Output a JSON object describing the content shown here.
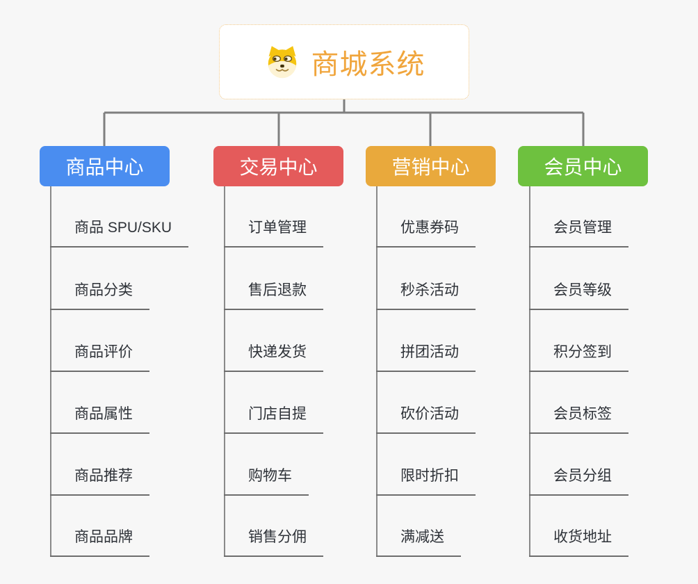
{
  "root": {
    "title": "商城系统",
    "icon": "dog-face-icon",
    "title_color": "#f0a53c",
    "border_color": "#f2c784",
    "background": "#ffffff"
  },
  "connector_color": "#7f7f7f",
  "canvas_background": "#f7f7f7",
  "branches": [
    {
      "label": "商品中心",
      "color": "#4a8df0",
      "items": [
        "商品 SPU/SKU",
        "商品分类",
        "商品评价",
        "商品属性",
        "商品推荐",
        "商品品牌"
      ]
    },
    {
      "label": "交易中心",
      "color": "#e45b5b",
      "items": [
        "订单管理",
        "售后退款",
        "快递发货",
        "门店自提",
        "购物车",
        "销售分佣"
      ]
    },
    {
      "label": "营销中心",
      "color": "#e9a93c",
      "items": [
        "优惠券码",
        "秒杀活动",
        "拼团活动",
        "砍价活动",
        "限时折扣",
        "满减送"
      ]
    },
    {
      "label": "会员中心",
      "color": "#6ec13f",
      "items": [
        "会员管理",
        "会员等级",
        "积分签到",
        "会员标签",
        "会员分组",
        "收货地址"
      ]
    }
  ]
}
